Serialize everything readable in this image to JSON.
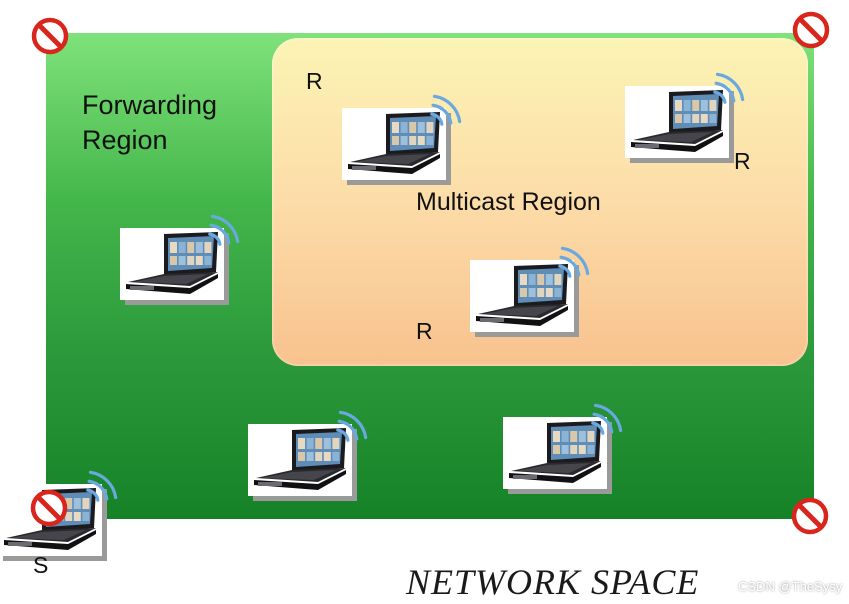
{
  "regions": {
    "forwarding": "Forwarding\nRegion",
    "multicast": "Multicast Region"
  },
  "nodes": {
    "receiver_top_left": "R",
    "receiver_top_right": "R",
    "receiver_center": "R",
    "source": "S"
  },
  "title": "NETWORK  SPACE",
  "watermark": "CSDN @TheSysy",
  "colors": {
    "network_space": "#2c9a3c",
    "multicast_region": "#fcdca8",
    "no_entry_red": "#d9261c"
  },
  "icons": {
    "laptop": "laptop-icon",
    "wireless": "wireless-signal-icon",
    "no_entry": "no-entry-icon"
  }
}
